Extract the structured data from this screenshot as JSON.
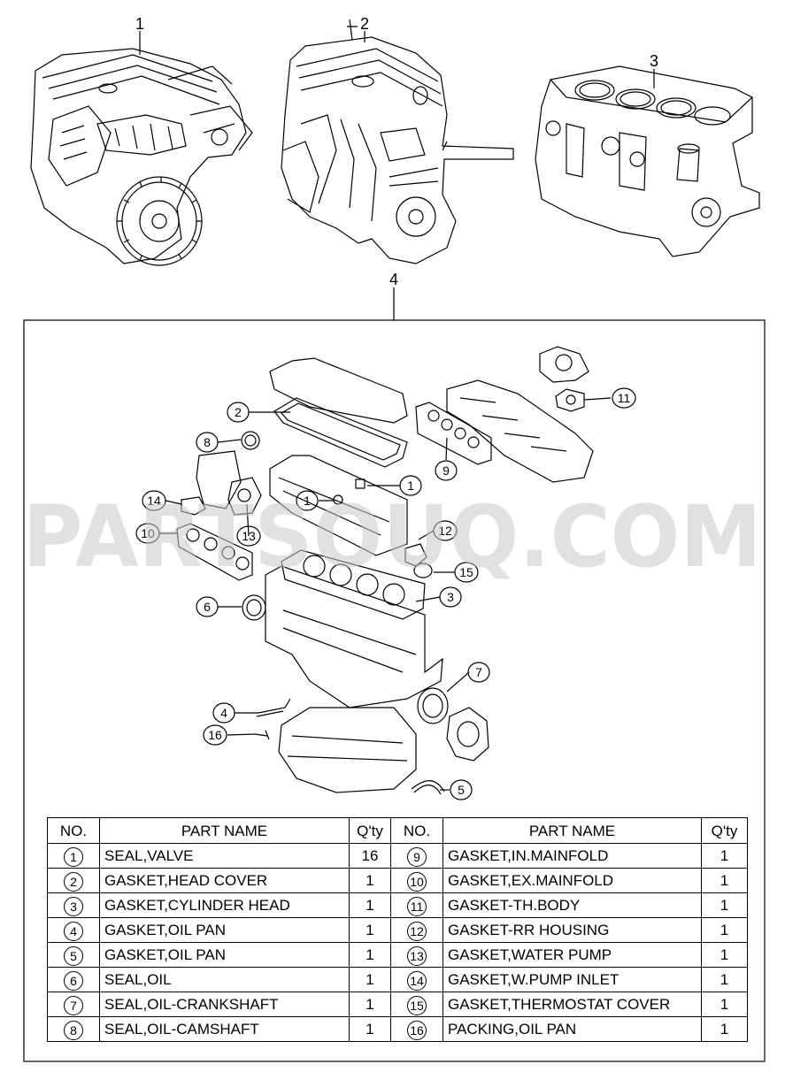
{
  "watermark": "PARTSOUQ.COM",
  "diagram": {
    "assembly_callouts": [
      "1",
      "2",
      "3",
      "4"
    ],
    "part_callouts": {
      "c2": "2",
      "c8": "8",
      "c1a": "1",
      "c1b": "1",
      "c14": "14",
      "c13": "13",
      "c10": "10",
      "c12": "12",
      "c15": "15",
      "c6": "6",
      "c3": "3",
      "c9": "9",
      "c11": "11",
      "c7": "7",
      "c4": "4",
      "c16": "16",
      "c5": "5"
    }
  },
  "table": {
    "headers": {
      "no": "NO.",
      "part_name": "PART NAME",
      "qty": "Q'ty"
    },
    "rows": [
      {
        "l_no": "1",
        "l_name": "SEAL,VALVE",
        "l_qty": "16",
        "r_no": "9",
        "r_name": "GASKET,IN.MAINFOLD",
        "r_qty": "1"
      },
      {
        "l_no": "2",
        "l_name": "GASKET,HEAD COVER",
        "l_qty": "1",
        "r_no": "10",
        "r_name": "GASKET,EX.MAINFOLD",
        "r_qty": "1"
      },
      {
        "l_no": "3",
        "l_name": "GASKET,CYLINDER HEAD",
        "l_qty": "1",
        "r_no": "11",
        "r_name": "GASKET-TH.BODY",
        "r_qty": "1"
      },
      {
        "l_no": "4",
        "l_name": "GASKET,OIL PAN",
        "l_qty": "1",
        "r_no": "12",
        "r_name": "GASKET-RR HOUSING",
        "r_qty": "1"
      },
      {
        "l_no": "5",
        "l_name": "GASKET,OIL PAN",
        "l_qty": "1",
        "r_no": "13",
        "r_name": "GASKET,WATER PUMP",
        "r_qty": "1"
      },
      {
        "l_no": "6",
        "l_name": "SEAL,OIL",
        "l_qty": "1",
        "r_no": "14",
        "r_name": "GASKET,W.PUMP INLET",
        "r_qty": "1"
      },
      {
        "l_no": "7",
        "l_name": "SEAL,OIL-CRANKSHAFT",
        "l_qty": "1",
        "r_no": "15",
        "r_name": "GASKET,THERMOSTAT COVER",
        "r_qty": "1"
      },
      {
        "l_no": "8",
        "l_name": "SEAL,OIL-CAMSHAFT",
        "l_qty": "1",
        "r_no": "16",
        "r_name": "PACKING,OIL PAN",
        "r_qty": "1"
      }
    ]
  }
}
